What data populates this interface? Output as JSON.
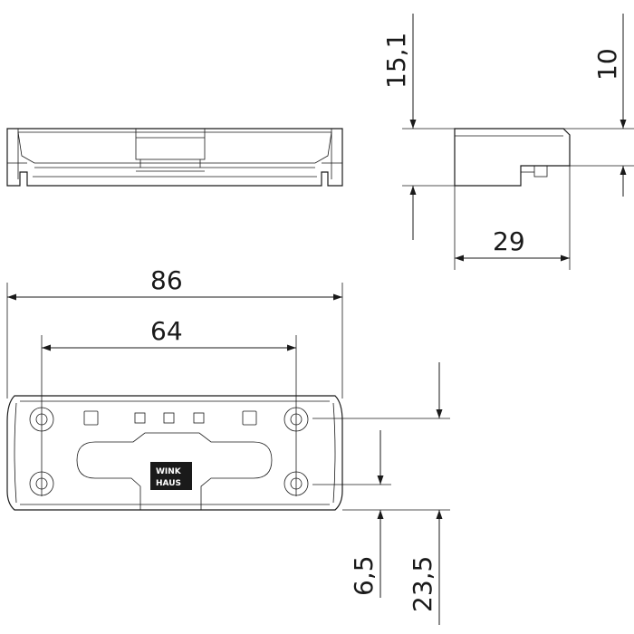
{
  "dimensions": {
    "height_total": "15,1",
    "height_body": "10",
    "depth": "29",
    "width_total": "86",
    "hole_spacing": "64",
    "hole_offset": "6,5",
    "height_bottom": "23,5"
  },
  "logo": {
    "line1": "WINK",
    "line2": "HAUS"
  },
  "colors": {
    "line": "#1a1a1a",
    "background": "#ffffff"
  }
}
